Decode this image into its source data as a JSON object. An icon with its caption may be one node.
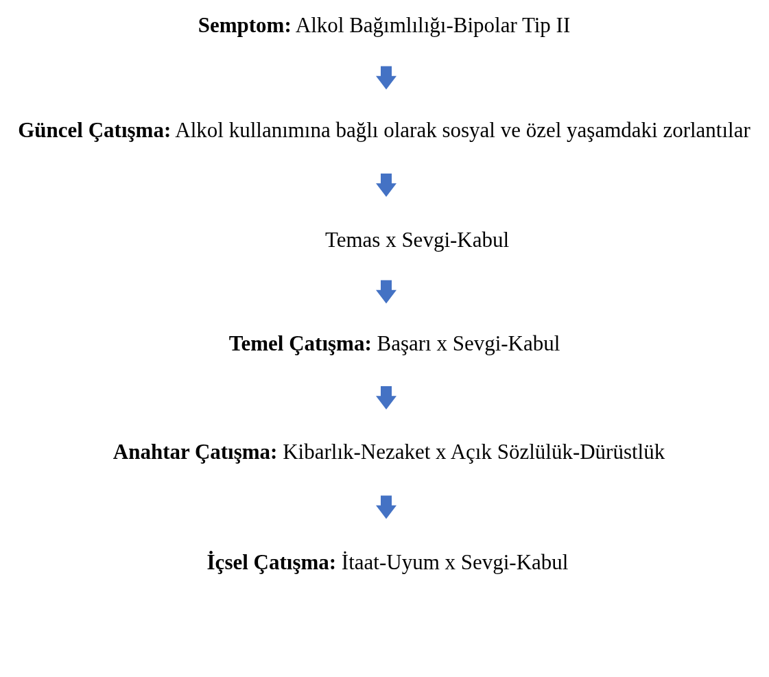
{
  "diagram": {
    "nodes": [
      {
        "text": [
          "**Semptom:** Alkol Bağımlılığı-Bipolar Tip II"
        ]
      },
      {
        "text": [
          "**Güncel Çatışma:** Alkol kullanımına bağlı olarak sosyal ve özel yaşamdaki zorlantılar"
        ]
      },
      {
        "text": [
          "Temas x Sevgi-Kabul"
        ]
      },
      {
        "text": [
          "**Temel Çatışma:** Başarı x Sevgi-Kabul"
        ]
      },
      {
        "text": [
          "**Anahtar Çatışma:** Kibarlık-Nezaket x Açık Sözlülük-Dürüstlük"
        ]
      },
      {
        "text": [
          "**İçsel Çatışma:** İtaat-Uyum x Sevgi-Kabul"
        ]
      }
    ],
    "edges": [
      {
        "from": 0,
        "to": 1,
        "arrow": "to"
      },
      {
        "from": 1,
        "to": 2,
        "arrow": "to"
      },
      {
        "from": 2,
        "to": 3,
        "arrow": "to"
      },
      {
        "from": 3,
        "to": 4,
        "arrow": "to"
      },
      {
        "from": 4,
        "to": 5,
        "arrow": "to"
      }
    ]
  }
}
